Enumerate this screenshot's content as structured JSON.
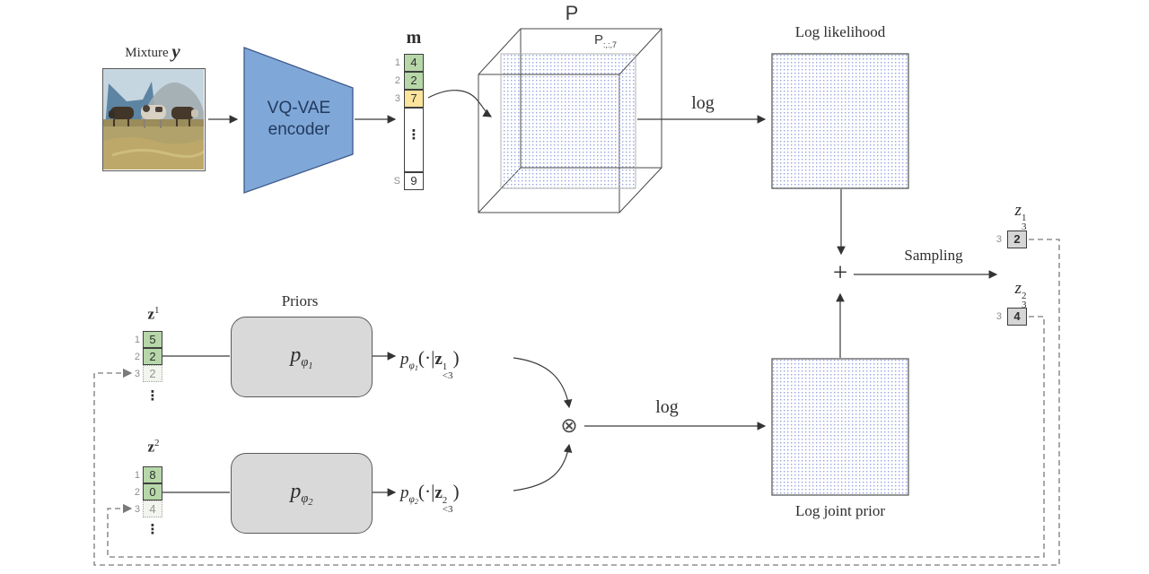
{
  "figure_type": "vq-vae-mixture-model-diagram",
  "mixture": {
    "label_prefix": "Mixture",
    "label_symbol": "y"
  },
  "encoder": {
    "line1": "VQ-VAE",
    "line2": "encoder"
  },
  "m_vector": {
    "title": "m",
    "rows": [
      {
        "label": "1",
        "value": "4"
      },
      {
        "label": "2",
        "value": "2"
      },
      {
        "label": "3",
        "value": "7"
      },
      {
        "label": "",
        "value": "⋮"
      },
      {
        "label": "S",
        "value": "9"
      }
    ]
  },
  "cube": {
    "title": "P",
    "slice_base": "P",
    "slice_sub": ":,:,7"
  },
  "log_top_label": "log",
  "log_likelihood_label": "Log likelihood",
  "plus_symbol": "+",
  "sampling_label": "Sampling",
  "z3_1": {
    "base": "z",
    "sup": "1",
    "sub": "3",
    "row_label": "3",
    "value": "2"
  },
  "z3_2": {
    "base": "z",
    "sup": "2",
    "sub": "3",
    "row_label": "3",
    "value": "4"
  },
  "priors_title": "Priors",
  "prior1": {
    "p": "p",
    "phi": "φ",
    "idx": "1"
  },
  "prior2": {
    "p": "p",
    "phi": "φ",
    "idx": "2"
  },
  "z1_vector": {
    "title_base": "z",
    "title_sup": "1",
    "rows": [
      {
        "label": "1",
        "value": "5",
        "state": "solid"
      },
      {
        "label": "2",
        "value": "2",
        "state": "solid"
      },
      {
        "label": "3",
        "value": "2",
        "state": "faded"
      }
    ],
    "dots": "⋮"
  },
  "z2_vector": {
    "title_base": "z",
    "title_sup": "2",
    "rows": [
      {
        "label": "1",
        "value": "8",
        "state": "solid"
      },
      {
        "label": "2",
        "value": "0",
        "state": "solid"
      },
      {
        "label": "3",
        "value": "4",
        "state": "faded"
      }
    ],
    "dots": "⋮"
  },
  "prior1_output": {
    "p": "p",
    "phi": "φ",
    "idx": "1",
    "mid": "(·|",
    "z": "z",
    "zsup": "1",
    "zsub": "<3",
    "close": ")"
  },
  "prior2_output": {
    "p": "p",
    "phi": "φ",
    "idx": "2",
    "mid": "(·|",
    "z": "z",
    "zsup": "2",
    "zsub": "<3",
    "close": ")"
  },
  "otimes_symbol": "⊗",
  "log_bottom_label": "log",
  "log_joint_prior_label": "Log joint prior",
  "colors": {
    "encoder_fill": "#7fa8d8",
    "encoder_stroke": "#3f5a8c",
    "cell_green": "#b7d7a9",
    "cell_yellow": "#fce49c",
    "gray_box": "#d9d9d9",
    "dot_pattern_blue": "#97a5de",
    "dashed_loop_gray": "#7a7a7a",
    "arrow_dark": "#3a3a3a"
  }
}
